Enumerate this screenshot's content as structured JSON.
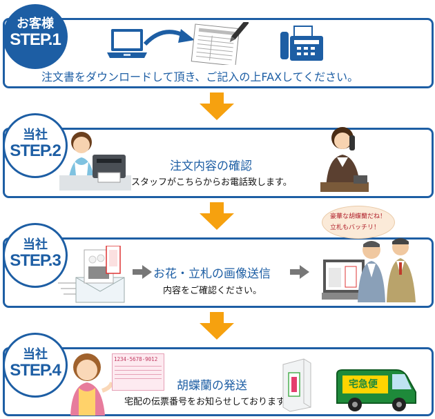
{
  "steps": [
    {
      "who": "お客様",
      "step": "STEP.1",
      "title": "注文書をダウンロードして頂き、ご記入の上FAXしてください。"
    },
    {
      "who": "当社",
      "step": "STEP.2",
      "title": "注文内容の確認",
      "subtitle": "スタッフがこちらからお電話致します。"
    },
    {
      "who": "当社",
      "step": "STEP.3",
      "title": "お花・立札の画像送信",
      "subtitle": "内容をご確認ください。",
      "bubble": [
        "豪華な胡蝶蘭だね！",
        "立札もバッチリ！"
      ]
    },
    {
      "who": "当社",
      "step": "STEP.4",
      "title": "胡蝶蘭の発送",
      "subtitle": "宅配の伝票番号をお知らせしております。",
      "slip_number": "1234-5678-9012",
      "truck_label": "宅急便"
    }
  ],
  "colors": {
    "brand_blue": "#1d5ea4",
    "arrow_orange": "#f6a10f",
    "gray_arrow": "#777777"
  }
}
